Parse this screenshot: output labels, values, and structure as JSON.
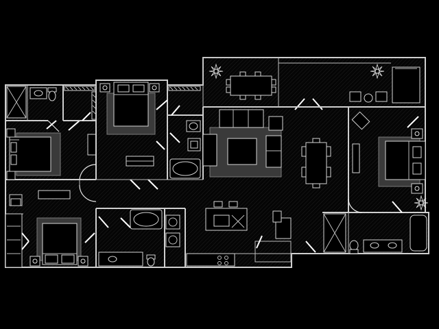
{
  "floor_plan": {
    "background_color": "#000000",
    "line_color": "#cfcfcf",
    "rug_color": "#3a3a3a",
    "rooms": [
      "bedroom-1",
      "bathroom-1",
      "walk-in-closet-1",
      "bedroom-2",
      "walk-in-closet-2",
      "bathroom-2",
      "bedroom-3",
      "laundry",
      "bathroom-3",
      "kitchen",
      "living-room",
      "dining-room",
      "patio",
      "primary-bedroom",
      "primary-bathroom"
    ]
  }
}
